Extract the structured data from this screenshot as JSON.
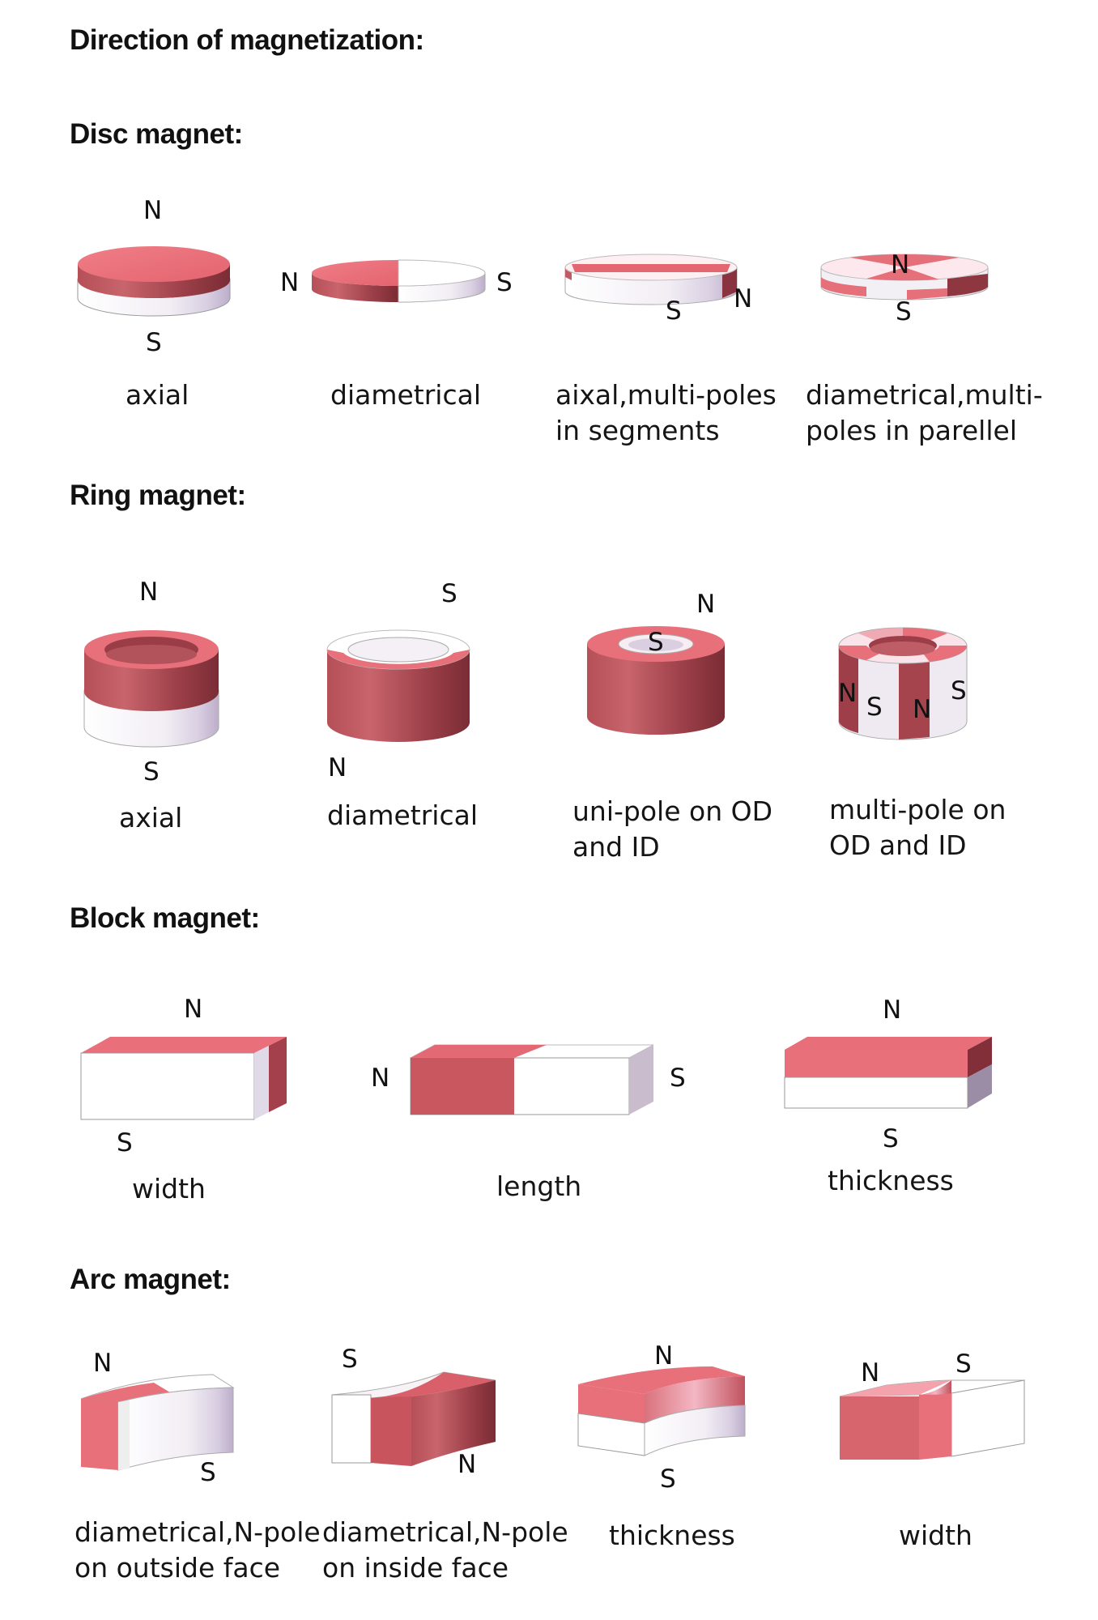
{
  "title": "Direction of magnetization:",
  "sections": {
    "disc": {
      "heading": "Disc magnet:",
      "items": [
        {
          "caption": [
            "axial"
          ],
          "poles": [
            "N",
            "S"
          ],
          "colors": {
            "north": "#e8707a",
            "south": "#f4f0f8"
          }
        },
        {
          "caption": [
            "diametrical"
          ],
          "poles": [
            "N",
            "S"
          ]
        },
        {
          "caption": [
            "aixal,multi-poles",
            "in segments"
          ],
          "poles": [
            "S",
            "N"
          ]
        },
        {
          "caption": [
            "diametrical,multi-",
            "poles in parellel"
          ],
          "poles": [
            "N",
            "S"
          ]
        }
      ]
    },
    "ring": {
      "heading": "Ring magnet:",
      "items": [
        {
          "caption": [
            "axial"
          ],
          "poles": [
            "N",
            "S"
          ]
        },
        {
          "caption": [
            "diametrical"
          ],
          "poles": [
            "S",
            "N"
          ]
        },
        {
          "caption": [
            "uni-pole on OD",
            "and ID"
          ],
          "poles": [
            "N",
            "S"
          ]
        },
        {
          "caption": [
            "multi-pole on",
            "OD and ID"
          ],
          "poles": [
            "N",
            "S",
            "N",
            "S"
          ]
        }
      ]
    },
    "block": {
      "heading": "Block magnet:",
      "items": [
        {
          "caption": [
            "width"
          ],
          "poles": [
            "N",
            "S"
          ]
        },
        {
          "caption": [
            "length"
          ],
          "poles": [
            "N",
            "S"
          ]
        },
        {
          "caption": [
            "thickness"
          ],
          "poles": [
            "N",
            "S"
          ]
        }
      ]
    },
    "arc": {
      "heading": "Arc magnet:",
      "items": [
        {
          "caption": [
            "diametrical,N-pole",
            "on outside face"
          ],
          "poles": [
            "N",
            "S"
          ]
        },
        {
          "caption": [
            "diametrical,N-pole",
            "on inside face"
          ],
          "poles": [
            "S",
            "N"
          ]
        },
        {
          "caption": [
            "thickness"
          ],
          "poles": [
            "N",
            "S"
          ]
        },
        {
          "caption": [
            "width"
          ],
          "poles": [
            "N",
            "S"
          ]
        }
      ]
    }
  }
}
